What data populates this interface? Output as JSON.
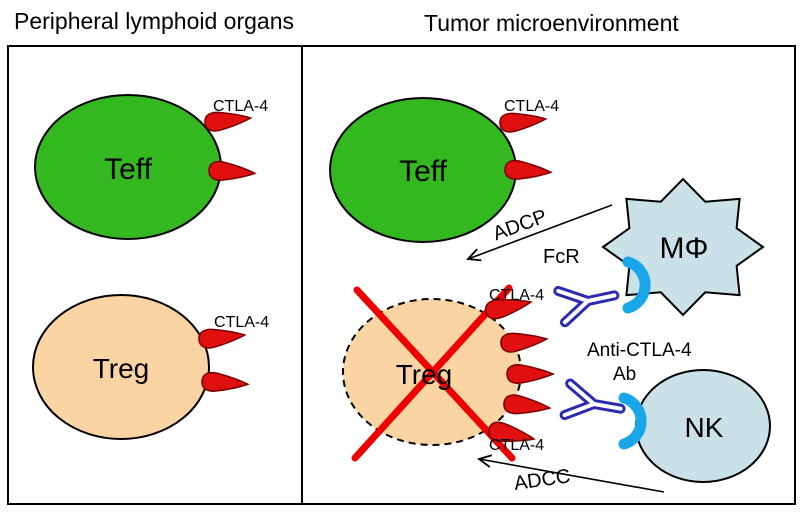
{
  "left_panel": {
    "title": "Peripheral lymphoid organs",
    "teff": {
      "label": "Teff",
      "ctla4_label": "CTLA-4"
    },
    "treg": {
      "label": "Treg",
      "ctla4_label": "CTLA-4"
    }
  },
  "right_panel": {
    "title": "Tumor microenvironment",
    "teff": {
      "label": "Teff",
      "ctla4_label": "CTLA-4"
    },
    "treg": {
      "label": "Treg",
      "ctla4_upper_label": "CTLA-4",
      "ctla4_lower_label": "CTLA-4"
    },
    "macrophage": {
      "label": "MΦ",
      "fcr_label": "FcR"
    },
    "nk": {
      "label": "NK"
    },
    "antibody": {
      "name_line1": "Anti-CTLA-4",
      "name_line2": "Ab"
    },
    "adcp_label": "ADCP",
    "adcc_label": "ADCC"
  },
  "colors": {
    "teff_fill": "#33b81f",
    "treg_fill": "#fbd4a4",
    "immune_fill": "#c9e1e7",
    "receptor_fill": "#e01010",
    "receptor_stroke": "#7a0000",
    "cross_red": "#ee0000",
    "antibody_blue": "#2b2bb0",
    "fcr_cyan": "#1aa7ea"
  }
}
